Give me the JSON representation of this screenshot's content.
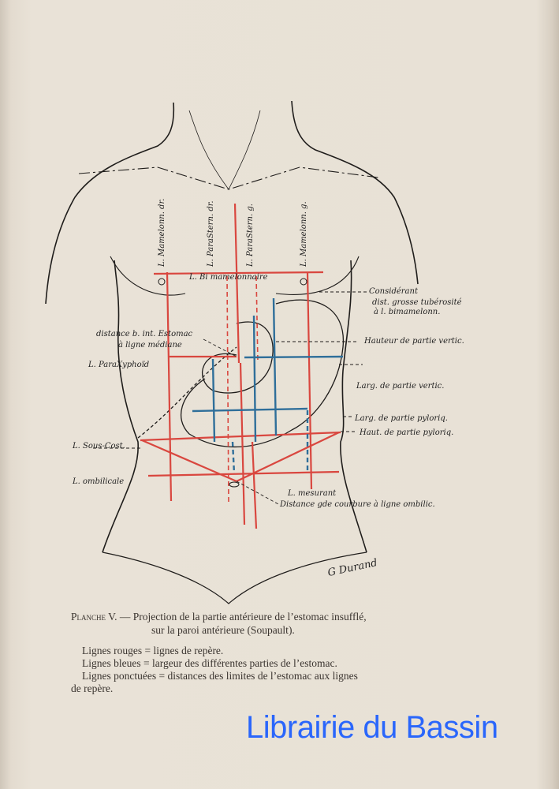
{
  "figure": {
    "labels": {
      "mamelonn_dr": "L. Mamelonn. dr.",
      "parastern_dr": "L. ParaStern. dr.",
      "parastern_g": "L. ParaStern. g.",
      "mamelonn_g": "L. Mamelonn. g.",
      "bimamelonnaire": "L. Bi mamelonnaire",
      "considerant_1": "Considérant",
      "considerant_2": "dist. grosse tubérosité",
      "considerant_3": "à l. bimamelonn.",
      "hauteur_vertic": "Hauteur de partie vertic.",
      "larg_vertic": "Larg. de partie vertic.",
      "larg_pyloriq": "Larg. de partie pyloriq.",
      "haut_pyloriq": "Haut. de partie pyloriq.",
      "distance_1": "distance b. int. Estomac",
      "distance_2": "à ligne médiane",
      "paraxyphoid": "L. ParaXyphoïd",
      "sous_cost": "L. Sous-Cost.",
      "ombilicale": "L. ombilicale",
      "mesurant_1": "L. mesurant",
      "mesurant_2": "Distance gde courbure à ligne ombilic."
    },
    "signature": "G Durand",
    "colors": {
      "red": "#d9473f",
      "blue": "#2f6f9a",
      "ink": "#1f1d1b"
    }
  },
  "caption": {
    "plate": "Planche V.",
    "line1": " — Projection de la partie antérieure de l’estomac insufflé,",
    "line2": "sur la paroi antérieure (Soupault)."
  },
  "legend": {
    "red": "Lignes rouges = lignes de repère.",
    "blue": "Lignes bleues = largeur des différentes parties de l’estomac.",
    "dotted": "Lignes ponctuées = distances des limites de l’estomac aux lignes",
    "dotted_cont": "de repère."
  },
  "watermark": "Librairie du Bassin"
}
